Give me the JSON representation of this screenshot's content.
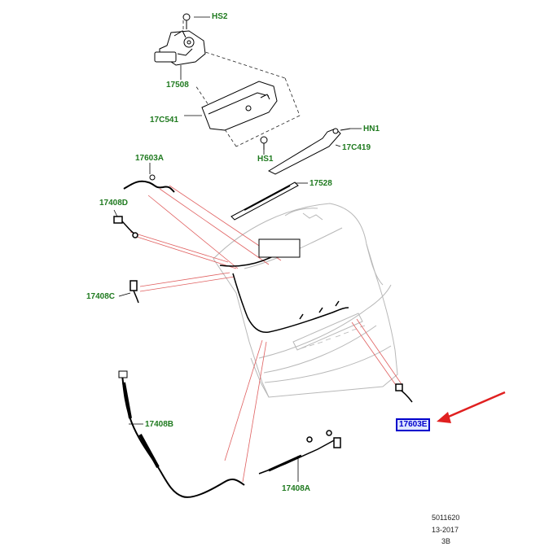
{
  "callouts": {
    "hs2": "HS2",
    "c17508": "17508",
    "c17c541": "17C541",
    "hn1": "HN1",
    "c17c419": "17C419",
    "hs1": "HS1",
    "c17603a": "17603A",
    "c17528": "17528",
    "c17408d": "17408D",
    "c17408c": "17408C",
    "c17408b": "17408B",
    "c17408a": "17408A",
    "c17603e": "17603E"
  },
  "footer": {
    "line1": "5011620",
    "line2": "13-2017",
    "line3": "3B"
  },
  "colors": {
    "callout_text": "#1f7a1f",
    "highlight_border": "#0000cc",
    "highlight_fill": "#dfe6ff",
    "leader_lines": "#e06060",
    "arrow": "#e02020",
    "parts": "#000000",
    "vehicle_outline": "#bbbbbb"
  }
}
